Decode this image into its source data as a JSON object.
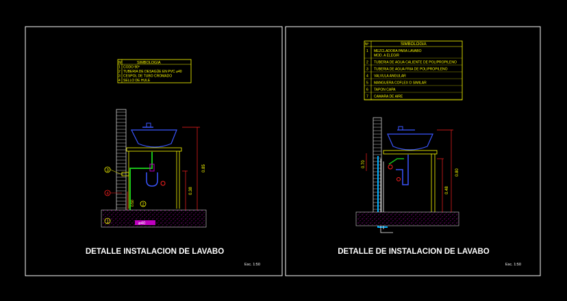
{
  "colors": {
    "background": "#000000",
    "frame": "#ffffff",
    "legend_text": "#ffff00",
    "pipe_green": "#19c219",
    "pipe_blue": "#3b56ff",
    "hot_pipe": "#00cc00",
    "cold_pipe": "#00b0ff",
    "hatch": "#c000c0",
    "dimension": "#ff2020",
    "wall": "#d0d0d0"
  },
  "left": {
    "legend": {
      "header_no": "Nº",
      "title": "SIMBOLOGIA",
      "items": [
        {
          "n": "1",
          "text": "CODO 90º"
        },
        {
          "n": "2",
          "text": "TUBERIA DE DESAGÜE EN PVC ⌀40"
        },
        {
          "n": "3",
          "text": "CESPOL DE TUBO CROMADO"
        },
        {
          "n": "4",
          "text": "SELLO DE HULE"
        }
      ]
    },
    "dims": {
      "d1": "0.85",
      "d2": "0.38",
      "d3": "0.50",
      "pipe": "⌀40"
    },
    "markers": [
      "3",
      "4",
      "2",
      "1"
    ],
    "title": "DETALLE INSTALACION DE LAVABO",
    "scale": "Esc. 1:50"
  },
  "right": {
    "legend": {
      "header_no": "Nº",
      "title": "SIMBOLOGIA",
      "items": [
        {
          "n": "1",
          "text": "MEZCLADORA PARA LAVABO",
          "sub": "MOD. A ELEGIR"
        },
        {
          "n": "2",
          "text": "TUBERIA DE AGUA CALIENTE DE POLIPROPILENO"
        },
        {
          "n": "3",
          "text": "TUBERIA DE AGUA FRIA DE POLIPROPILENO"
        },
        {
          "n": "4",
          "text": "VALVULA ANGULAR"
        },
        {
          "n": "5",
          "text": "MANGUERA COFLEX O SIMILAR"
        },
        {
          "n": "6",
          "text": "TAPON CAPA"
        },
        {
          "n": "7",
          "text": "CAMARA DE AIRE"
        }
      ]
    },
    "dims": {
      "d1": "0.70",
      "d2": "0.80",
      "d3": "0.48"
    },
    "title": "DETALLE DE INSTALACION DE LAVABO",
    "scale": "Esc. 1:50"
  }
}
